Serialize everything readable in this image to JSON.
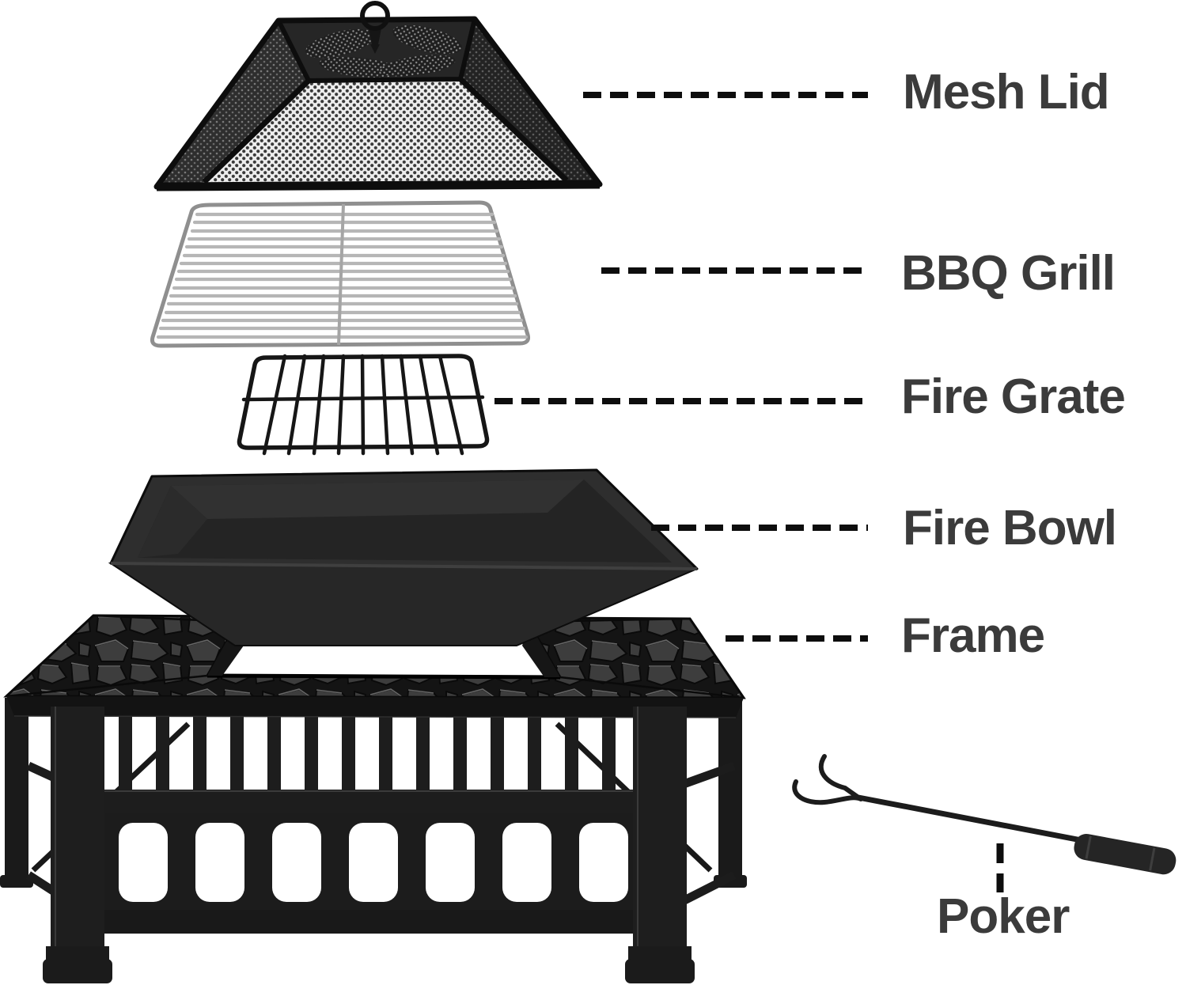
{
  "diagram": {
    "labels": [
      {
        "id": "mesh-lid",
        "text": "Mesh Lid"
      },
      {
        "id": "bbq-grill",
        "text": "BBQ Grill"
      },
      {
        "id": "fire-grate",
        "text": "Fire Grate"
      },
      {
        "id": "fire-bowl",
        "text": "Fire Bowl"
      },
      {
        "id": "frame",
        "text": "Frame"
      },
      {
        "id": "poker",
        "text": "Poker"
      }
    ],
    "colors": {
      "label_text": "#3b3b3b",
      "leader_line": "#0d0d0d",
      "metal_black": "#1c1c1c",
      "grill_silver": "#b6b6b6",
      "background": "#ffffff"
    }
  }
}
